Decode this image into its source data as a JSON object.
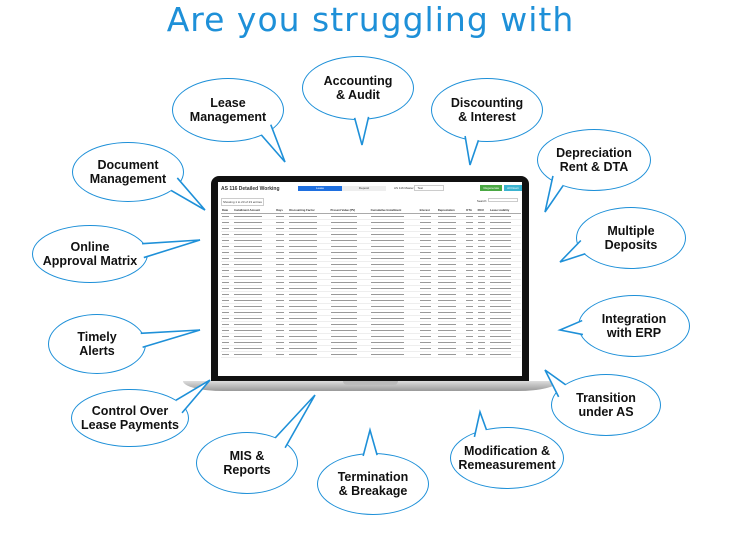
{
  "title": "Are you struggling with",
  "colors": {
    "accent": "#1e90d8",
    "outline": "#1e90d8"
  },
  "bubbles": [
    {
      "id": "lease-management",
      "lines": [
        "Lease",
        "Management"
      ]
    },
    {
      "id": "accounting-audit",
      "lines": [
        "Accounting",
        "& Audit"
      ]
    },
    {
      "id": "discounting-interest",
      "lines": [
        "Discounting",
        "& Interest"
      ]
    },
    {
      "id": "document-management",
      "lines": [
        "Document",
        "Management"
      ]
    },
    {
      "id": "depreciation-rent-dta",
      "lines": [
        "Depreciation",
        "Rent & DTA"
      ]
    },
    {
      "id": "online-approval-matrix",
      "lines": [
        "Online",
        "Approval Matrix"
      ]
    },
    {
      "id": "multiple-deposits",
      "lines": [
        "Multiple",
        "Deposits"
      ]
    },
    {
      "id": "timely-alerts",
      "lines": [
        "Timely",
        "Alerts"
      ]
    },
    {
      "id": "integration-erp",
      "lines": [
        "Integration",
        "with ERP"
      ]
    },
    {
      "id": "control-lease-payments",
      "lines": [
        "Control Over",
        "Lease Payments"
      ]
    },
    {
      "id": "transition-as",
      "lines": [
        "Transition",
        "under AS"
      ]
    },
    {
      "id": "mis-reports",
      "lines": [
        "MIS &",
        "Reports"
      ]
    },
    {
      "id": "termination-breakage",
      "lines": [
        "Termination",
        "& Breakage"
      ]
    },
    {
      "id": "modification-remeasurement",
      "lines": [
        "Modification &",
        "Remeasurement"
      ]
    }
  ],
  "screen": {
    "heading": "AS 116 Detailed Working",
    "tabs": [
      "Lease",
      "Deposit"
    ],
    "master_label": "AS 116 Master",
    "master_value": "Test",
    "buttons": [
      "Regenerate",
      "All Down"
    ],
    "showing": "Showing 1 to 23 of 23 entries",
    "search_label": "Search:",
    "columns": [
      "Date",
      "Installment Amount",
      "Days",
      "Discounting Factor",
      "Present Value (PV)",
      "Cumulative Installment",
      "Interest",
      "Depreciation",
      "DTA",
      "ROU",
      "Lease Liability"
    ]
  }
}
